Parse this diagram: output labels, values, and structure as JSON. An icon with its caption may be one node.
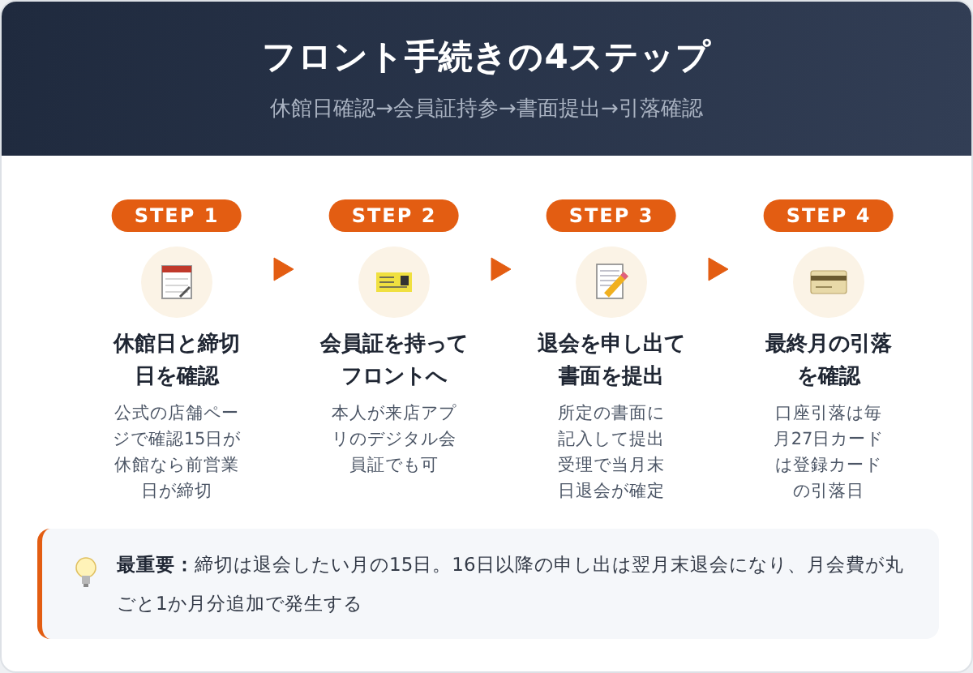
{
  "diagram": {
    "title": "フロント手続きの4ステップ",
    "caption": "休館日確認→会員証持参→書面提出→引落確認",
    "nodes": [
      {
        "text": [
          "STEP 1",
          "休館日と締切日を確認",
          "公式の店舗ページで確認15日が休館なら前営業日が締切"
        ]
      },
      {
        "text": [
          "STEP 2",
          "会員証を持ってフロントへ",
          "本人が来店アプリのデジタル会員証でも可"
        ]
      },
      {
        "text": [
          "STEP 3",
          "退会を申し出て書面を提出",
          "所定の書面に記入して提出受理で当月末日退会が確定"
        ]
      },
      {
        "text": [
          "STEP 4",
          "最終月の引落を確認",
          "口座引落は毎月27日カードは登録カードの引落日"
        ]
      },
      {
        "text": [
          "**最重要：**締切は退会したい月の15日。16日以降の申し出は翌月末退会になり、月会費が丸ごと1か月分追加で発生する"
        ]
      }
    ],
    "edges": [
      {
        "from": 0,
        "to": 1,
        "arrow": "to"
      },
      {
        "from": 1,
        "to": 2,
        "arrow": "to"
      },
      {
        "from": 2,
        "to": 3,
        "arrow": "to"
      }
    ]
  }
}
